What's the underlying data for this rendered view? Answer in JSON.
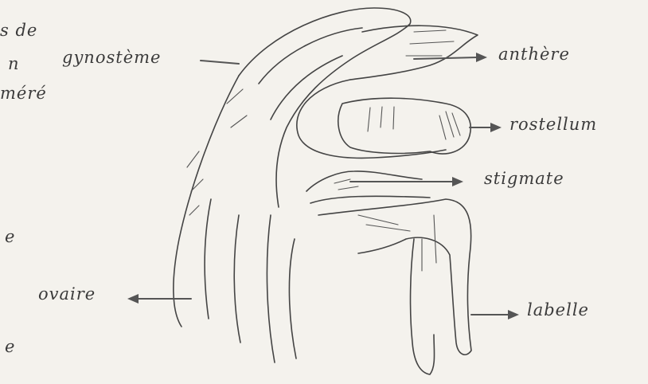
{
  "labels": {
    "gynostem": "gynostème",
    "anther": "anthère",
    "rostellum": "rostellum",
    "stigma": "stigmate",
    "ovary": "ovaire",
    "labellum": "labelle"
  },
  "left_fragments": {
    "line1": "s de",
    "line2": "n",
    "line3": "méré",
    "line4": "e",
    "line5": "e"
  },
  "colors": {
    "paper": "#f4f2ed",
    "ink": "#444444"
  }
}
